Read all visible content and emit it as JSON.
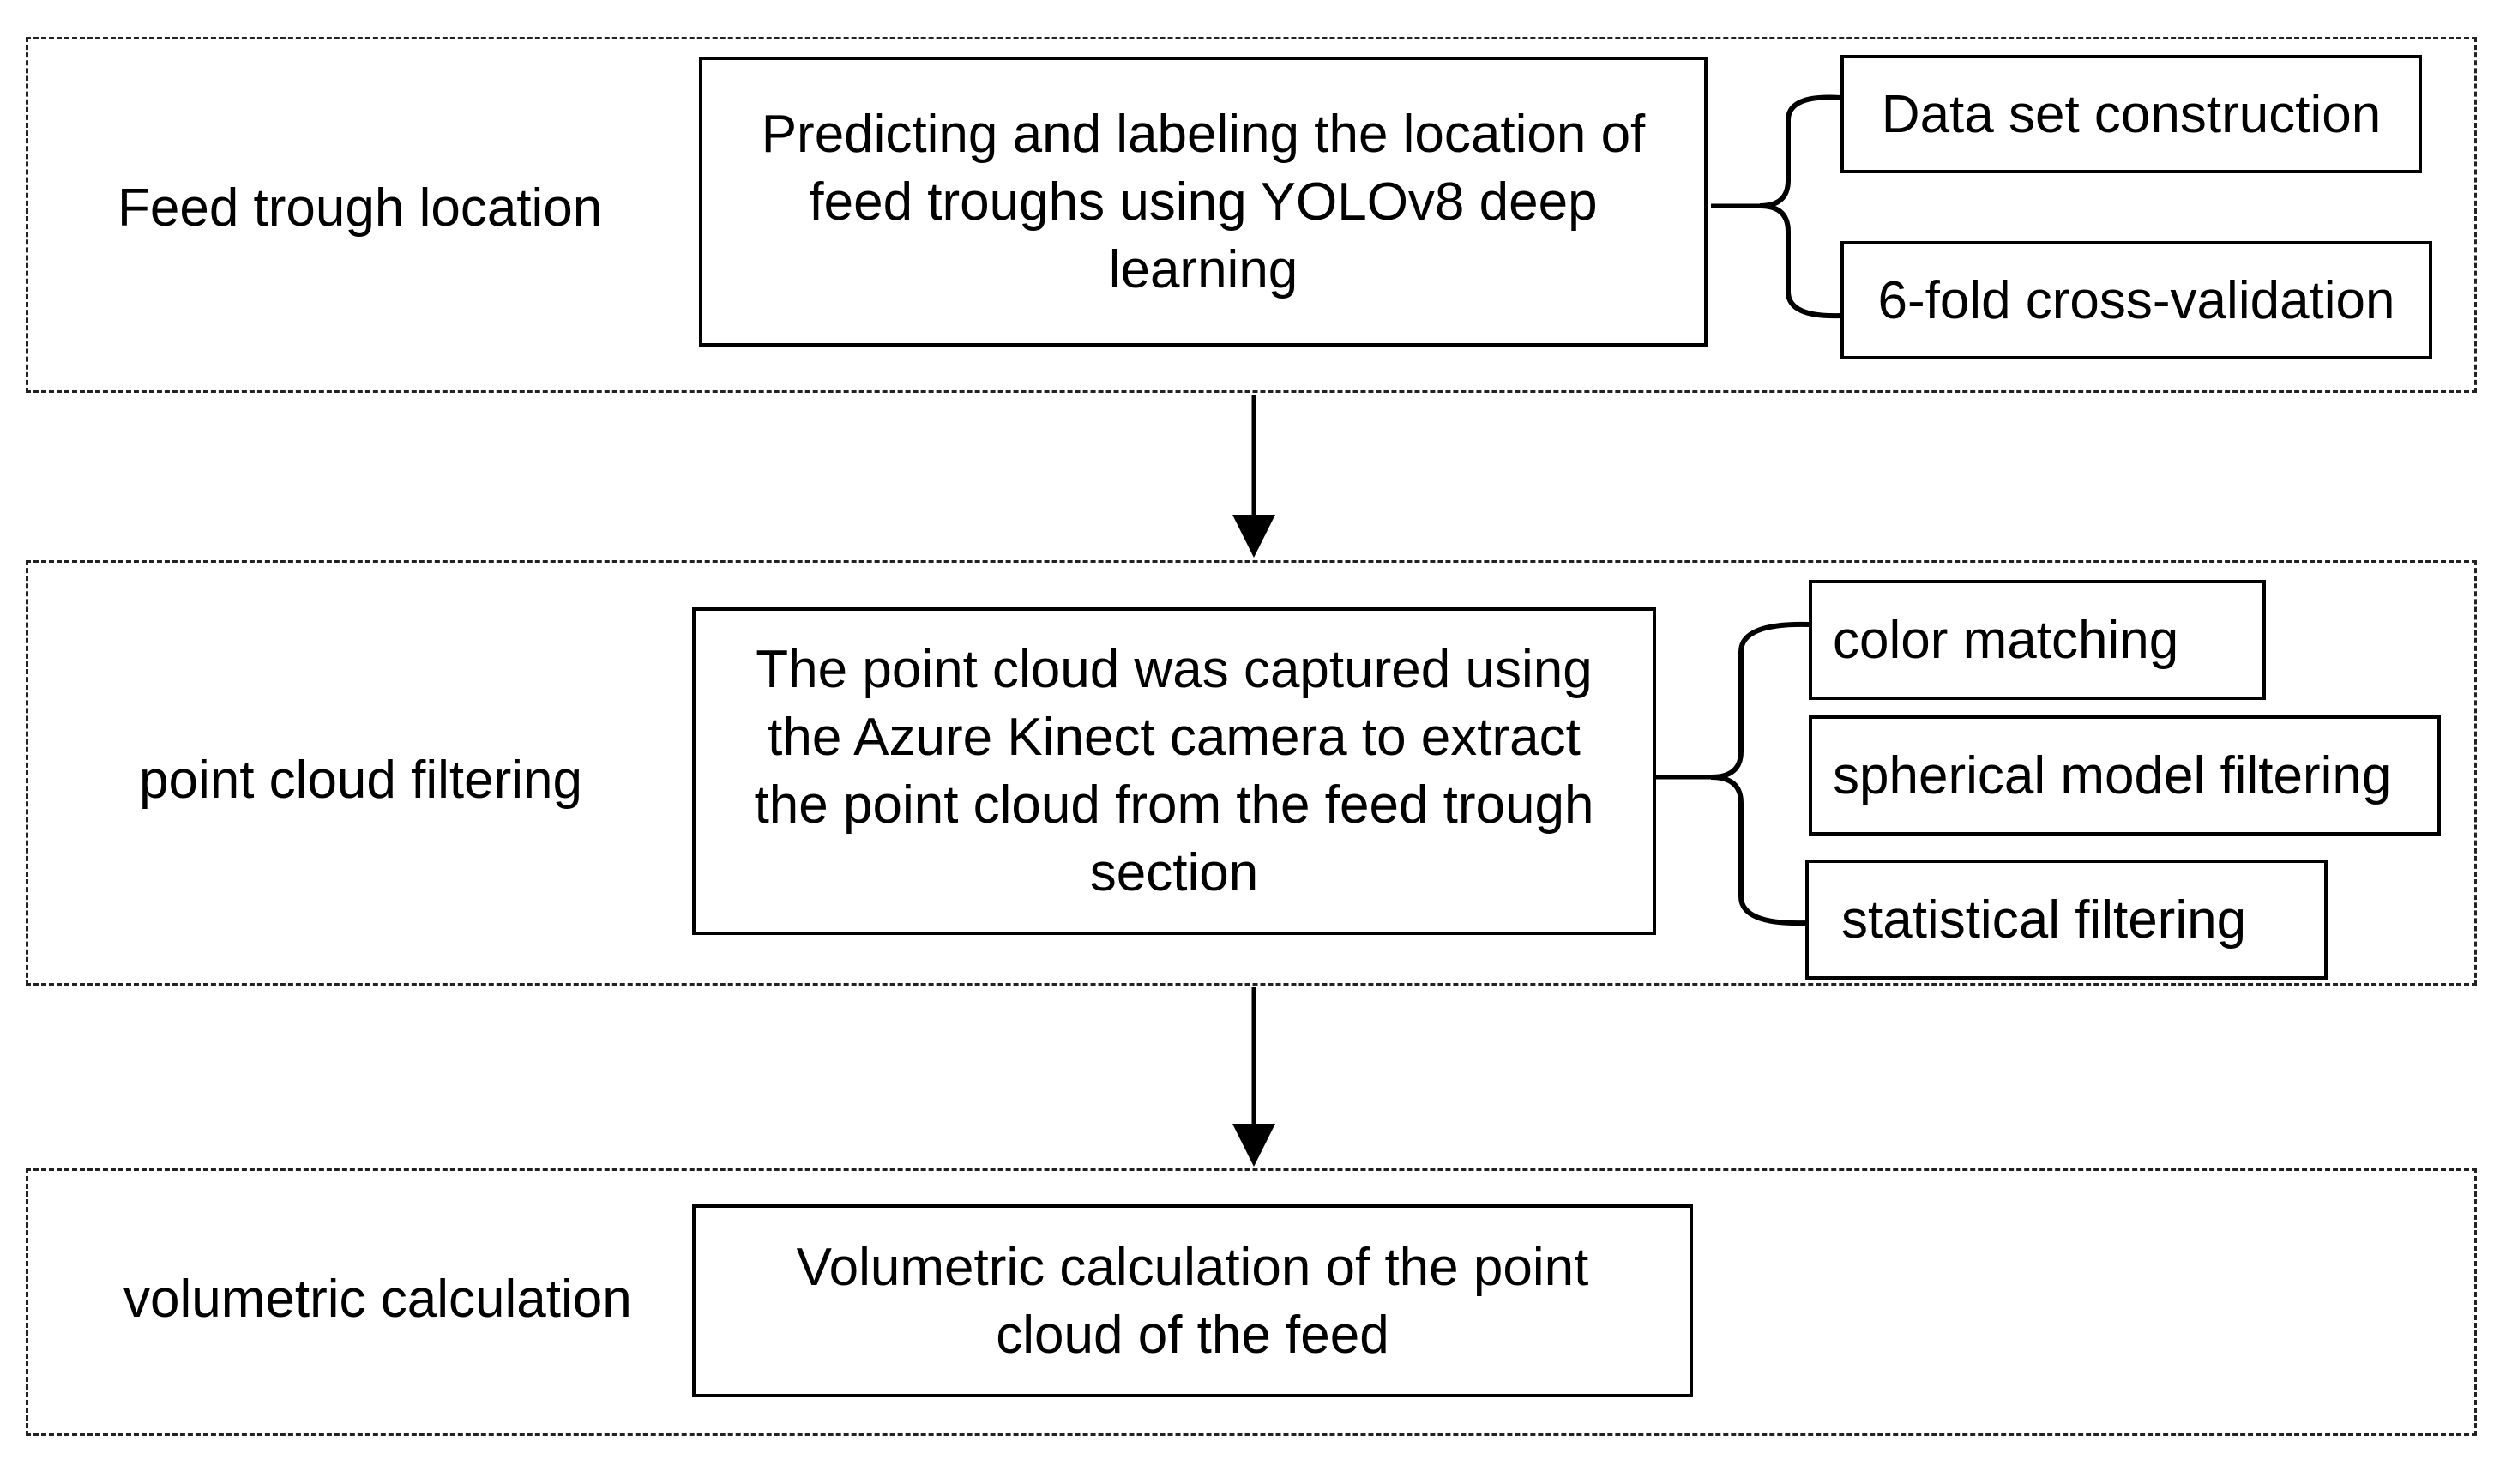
{
  "stages": [
    {
      "label": "Feed trough location",
      "process": "Predicting and labeling the location of feed troughs using YOLOv8 deep learning",
      "sub_steps": [
        "Data set construction",
        "6-fold cross-validation"
      ]
    },
    {
      "label": "point cloud filtering",
      "process": "The point cloud was captured using the Azure Kinect camera to extract the point cloud from the feed trough section",
      "sub_steps": [
        "color matching",
        "spherical model filtering",
        "statistical filtering"
      ]
    },
    {
      "label": "volumetric calculation",
      "process": "Volumetric calculation of the point cloud of the feed",
      "sub_steps": []
    }
  ]
}
